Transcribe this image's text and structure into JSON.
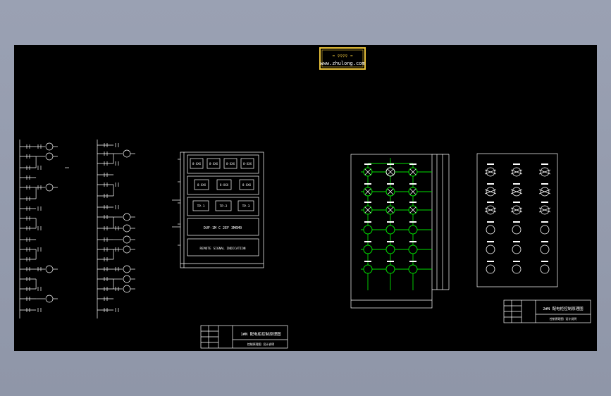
{
  "logo": {
    "line1": "≈  ♀♀♀♀  ≈",
    "url": "www.zhulong.com",
    "color": "#e8c13a"
  },
  "colors": {
    "background": "#000000",
    "line": "#ffffff",
    "wire": "#00e000",
    "border": "#e8c13a"
  },
  "cabinet": {
    "meters": [
      "8-XXX",
      "8-XXX",
      "8-XXX",
      "8-XXX"
    ],
    "switches": [
      "8-XXX",
      "8-XXX",
      "8-XXX"
    ],
    "selectors": [
      "TP-1",
      "TP-2",
      "TP-3"
    ],
    "label1": "DUF-1M C 2EF 3M6M0",
    "label2": "REMOTE SIGNAL INDICATION"
  },
  "title_block_1": {
    "title": "1#N 配电柜控制原理图",
    "subtitle": "控制原理图    设计说明"
  },
  "title_block_2": {
    "title": "2#N 配电柜控制原理图",
    "subtitle": "控制原理图    设计说明"
  }
}
